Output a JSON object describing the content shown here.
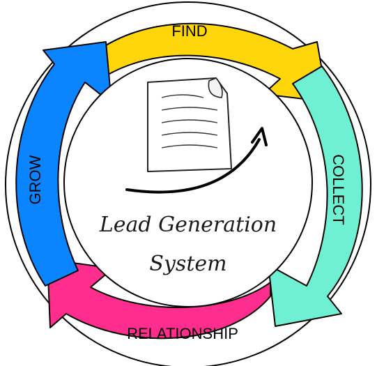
{
  "diagram": {
    "title_line1": "Lead Generation",
    "title_line2": "System",
    "segments": [
      {
        "label": "FIND",
        "color": "#FFD60A"
      },
      {
        "label": "COLLECT",
        "color": "#6FF0D2"
      },
      {
        "label": "RELATIONSHIP",
        "color": "#FF2D8E"
      },
      {
        "label": "GROW",
        "color": "#0A84FF"
      }
    ],
    "center_icon": "document-with-curved-arrow-icon"
  }
}
